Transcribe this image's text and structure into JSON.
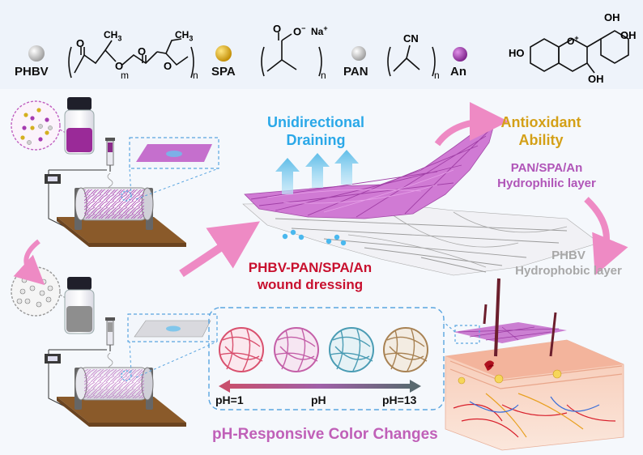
{
  "legend": {
    "phbv": "PHBV",
    "spa": "SPA",
    "pan": "PAN",
    "an": "An"
  },
  "chem": {
    "o": "O",
    "ch3": "CH",
    "sub3": "3",
    "m": "m",
    "n": "n",
    "o_minus": "O",
    "na": "Na",
    "plus": "+",
    "minus": "−",
    "cn": "CN",
    "ho": "HO",
    "oh": "OH"
  },
  "labels": {
    "unidirectional_1": "Unidirectional",
    "unidirectional_2": "Draining",
    "antioxidant_1": "Antioxidant",
    "antioxidant_2": "Ability",
    "pan_layer_1": "PAN/SPA/An",
    "pan_layer_2": "Hydrophilic layer",
    "phbv_layer_1": "PHBV",
    "phbv_layer_2": "Hydrophobic layer",
    "dressing_1": "PHBV-PAN/SPA/An",
    "dressing_2": "wound dressing",
    "ph1": "pH=1",
    "ph": "pH",
    "ph13": "pH=13",
    "ph_title": "pH-Responsive Color Changes"
  },
  "colors": {
    "blue": "#2aa8e8",
    "gold": "#d4a017",
    "purple": "#b055b8",
    "grey": "#a8a8a8",
    "red": "#c8102e",
    "pink": "#e87ab8",
    "magenta": "#c56ac8",
    "ph_title": "#c060b8",
    "ball_red": "#d9506e",
    "ball_pink": "#c45fa8",
    "ball_teal": "#4a9cb4",
    "ball_brown": "#a88253"
  }
}
